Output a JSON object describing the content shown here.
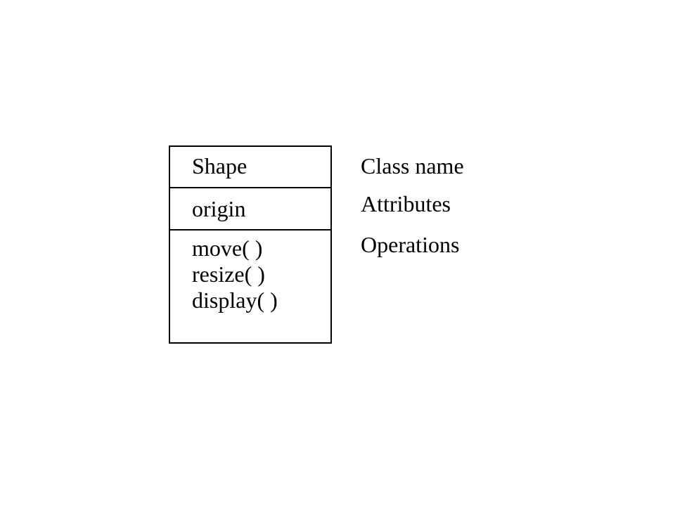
{
  "class_box": {
    "name": "Shape",
    "attributes": [
      "origin"
    ],
    "operations": [
      "move( )",
      "resize( )",
      "display( )"
    ]
  },
  "annotations": [
    {
      "label": "Class name"
    },
    {
      "label": "Attributes"
    },
    {
      "label": "Operations"
    }
  ],
  "colors": {
    "background": "#ffffff",
    "line": "#000000",
    "text": "#000000"
  }
}
